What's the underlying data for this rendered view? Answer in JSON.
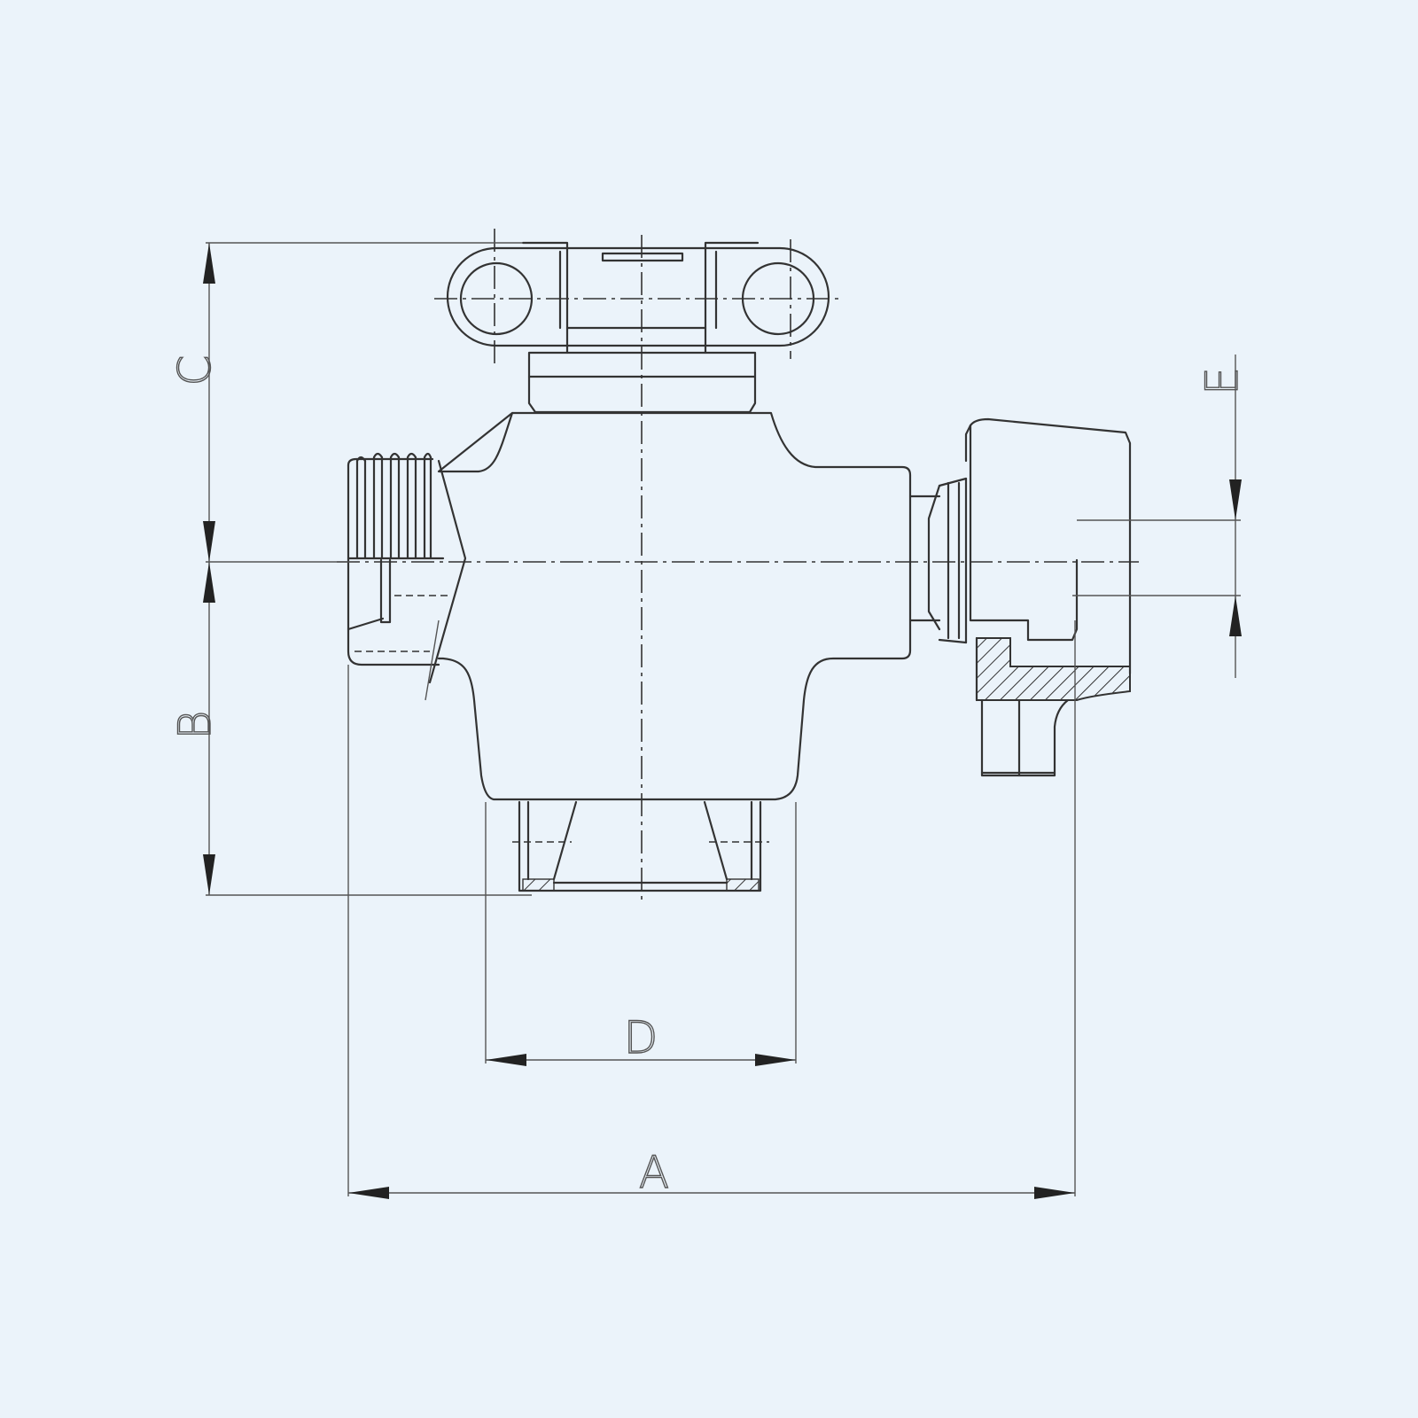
{
  "dimensions": {
    "a": "A",
    "b": "B",
    "c": "C",
    "d": "D",
    "e": "E"
  },
  "colors": {
    "background": "#ebf3fa",
    "line": "#333333"
  }
}
